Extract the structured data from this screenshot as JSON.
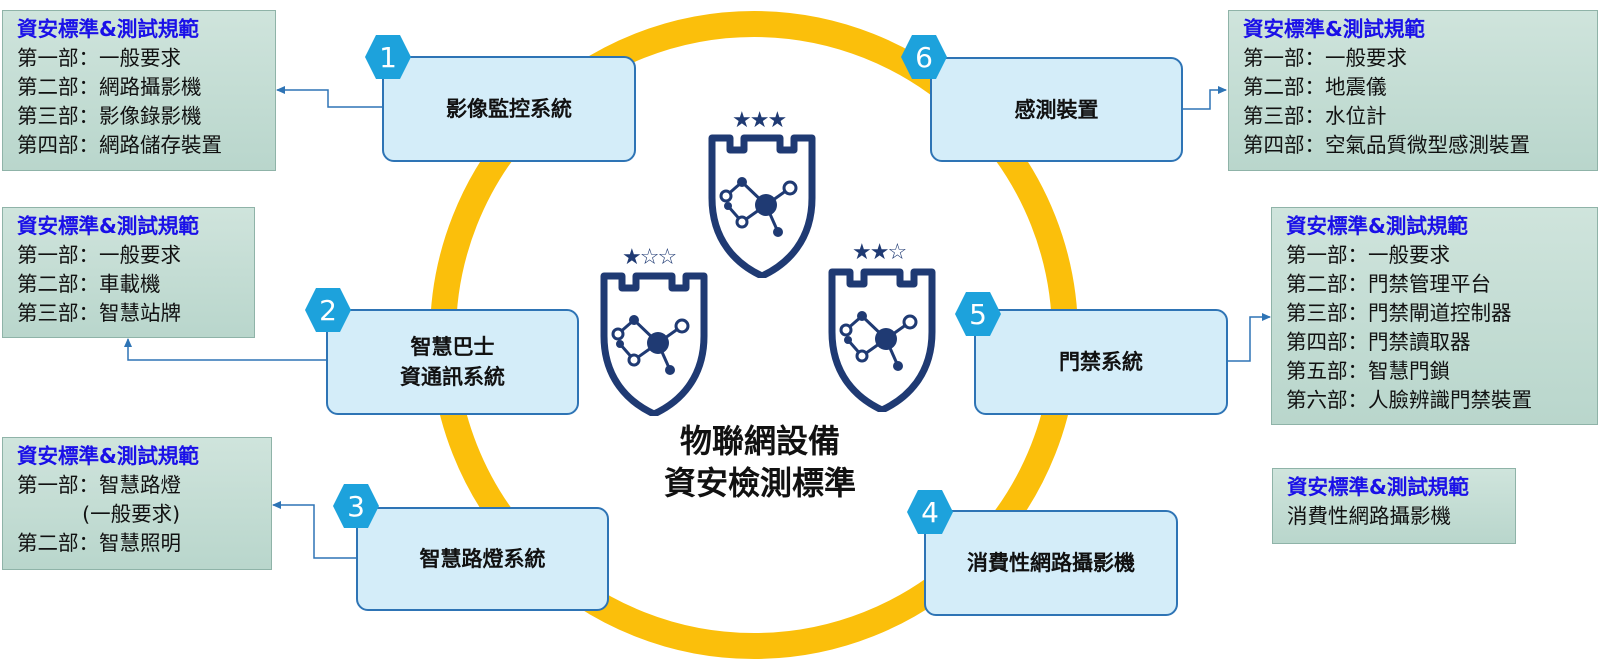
{
  "center_title": [
    "物聯網設備",
    "資安檢測標準"
  ],
  "colors": {
    "ring": "#fbbf0b",
    "system_border": "#2e74b5",
    "system_fill": "#d4edf9",
    "badge": "#1da2dc",
    "spec_title": "#1a10e8",
    "spec_fill": "#c4ddd4",
    "shield": "#1f3a73"
  },
  "systems": [
    {
      "num": "1",
      "label": "影像監控系統"
    },
    {
      "num": "2",
      "label": "智慧巴士\n資通訊系統"
    },
    {
      "num": "3",
      "label": "智慧路燈系統"
    },
    {
      "num": "4",
      "label": "消費性網路攝影機"
    },
    {
      "num": "5",
      "label": "門禁系統"
    },
    {
      "num": "6",
      "label": "感測裝置"
    }
  ],
  "specs": [
    {
      "title": "資安標準&測試規範",
      "lines": [
        "第一部：一般要求",
        "第二部：網路攝影機",
        "第三部：影像錄影機",
        "第四部：網路儲存裝置"
      ]
    },
    {
      "title": "資安標準&測試規範",
      "lines": [
        "第一部：一般要求",
        "第二部：車載機",
        "第三部：智慧站牌"
      ]
    },
    {
      "title": "資安標準&測試規範",
      "lines": [
        "第一部：智慧路燈",
        "          (一般要求)",
        "第二部：智慧照明"
      ]
    },
    {
      "title": "資安標準&測試規範",
      "lines": [
        "消費性網路攝影機"
      ]
    },
    {
      "title": "資安標準&測試規範",
      "lines": [
        "第一部：一般要求",
        "第二部：門禁管理平台",
        "第三部：門禁閘道控制器",
        "第四部：門禁讀取器",
        "第五部：智慧門鎖",
        "第六部：人臉辨識門禁裝置"
      ]
    },
    {
      "title": "資安標準&測試規範",
      "lines": [
        "第一部：一般要求",
        "第二部：地震儀",
        "第三部：水位計",
        "第四部：空氣品質微型感測裝置"
      ]
    }
  ],
  "shields": [
    {
      "icon": "shield-network-icon",
      "stars": "★☆☆"
    },
    {
      "icon": "shield-network-icon",
      "stars": "★★☆"
    },
    {
      "icon": "shield-network-icon",
      "stars": "★★★"
    }
  ]
}
